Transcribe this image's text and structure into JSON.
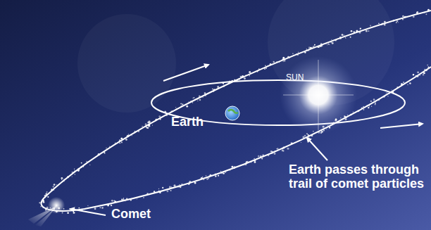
{
  "diagram": {
    "labels": [
      "SUN",
      "Earth",
      "Earth passes through trail of comet particles",
      "Comet"
    ]
  }
}
